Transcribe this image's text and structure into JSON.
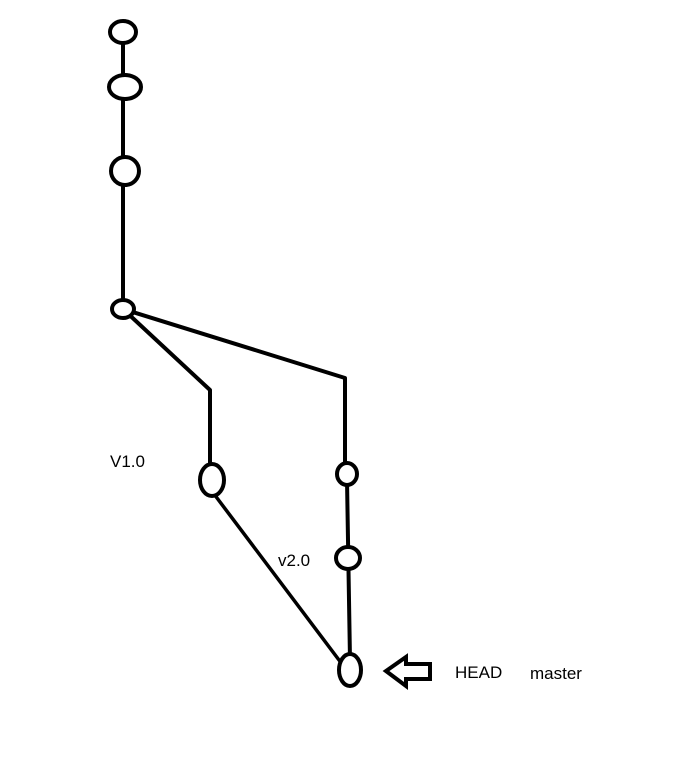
{
  "diagram": {
    "labels": {
      "tag_v1": "V1.0",
      "tag_v2": "v2.0",
      "head": "HEAD",
      "branch": "master"
    },
    "colors": {
      "stroke": "#000000",
      "background": "#ffffff"
    }
  }
}
